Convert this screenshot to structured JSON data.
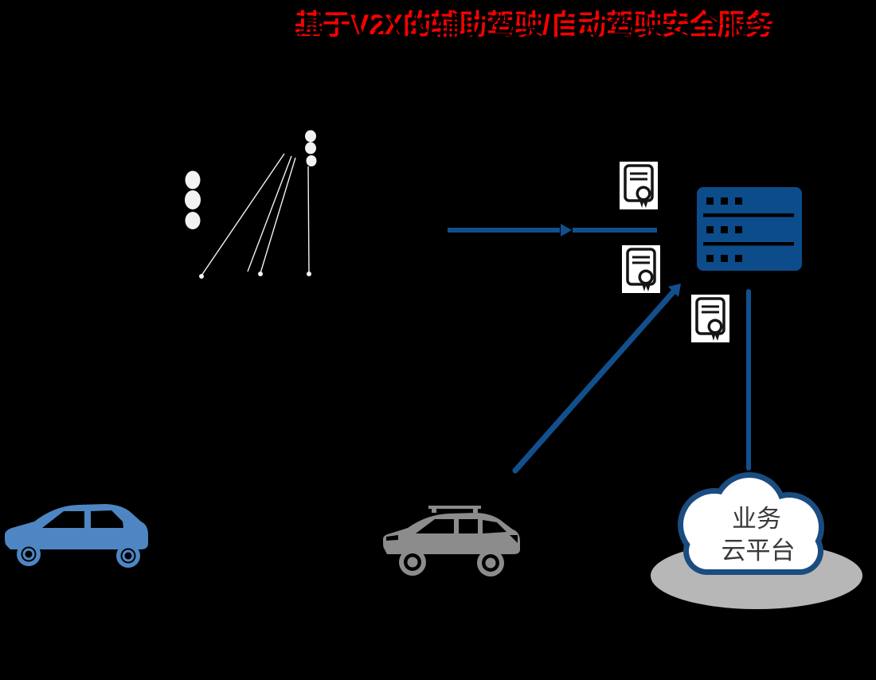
{
  "title": {
    "text": "基于V2X的辅助驾驶/自动驾驶安全服务"
  },
  "cloud": {
    "label_line1": "业务",
    "label_line2": "云平台"
  },
  "colors": {
    "background": "#000000",
    "title_red": "#fe0000",
    "title_shadow": "#000000",
    "accent_blue": "#11508d",
    "server_blue": "#0d4c8a",
    "cloud_border": "#1a4c80",
    "cloud_fill": "#ffffff",
    "car_blue": "#4e86c3",
    "car_gray": "#8c8c8c",
    "platform_gray": "#b7b7b7",
    "signal_white": "#f2f2f2",
    "cert_paper": "#ffffff",
    "cert_ink": "#151515",
    "cloud_text": "#3a3a3a"
  },
  "icons": {
    "traffic-light-far-icon": "three stacked white dots",
    "traffic-light-near-icon": "three stacked white dots",
    "v2x-signal-lines": "thin white broadcast rays with endpoint dots",
    "certificate-icon": "document sheet with rosette seal and ribbons",
    "server-icon": "three-tier server rack, dark blue",
    "cloud-icon": "white cloud with dark blue outline",
    "platform-icon": "gray ellipse base",
    "car-blue-icon": "blue hatchback side silhouette facing left",
    "car-gray-icon": "gray suv side silhouette with roof rack facing left",
    "connector-arrow-icon": "small right-pointing triangle in line gap"
  }
}
